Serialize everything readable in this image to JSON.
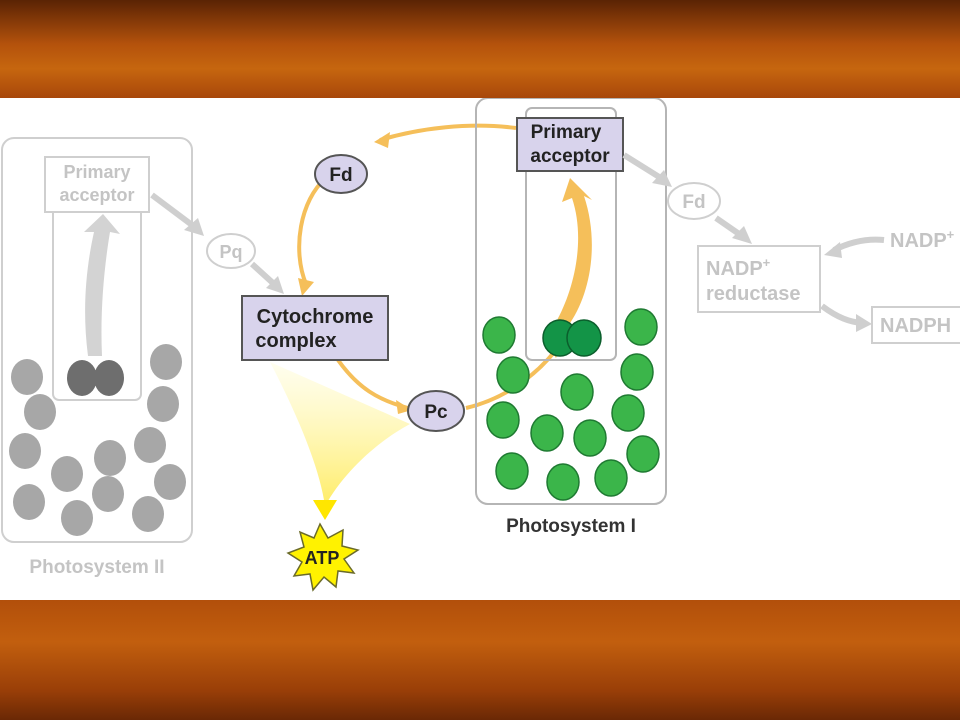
{
  "photosystem_ii": {
    "label": "Photosystem II",
    "primary_acceptor_line1": "Primary",
    "primary_acceptor_line2": "acceptor"
  },
  "photosystem_i": {
    "label": "Photosystem I",
    "primary_acceptor_line1": "Primary",
    "primary_acceptor_line2": "acceptor"
  },
  "carriers": {
    "pq": "Pq",
    "fd_cycle": "Fd",
    "pc": "Pc",
    "fd_right": "Fd"
  },
  "cytochrome": {
    "line1": "Cytochrome",
    "line2": "complex"
  },
  "atp": "ATP",
  "nadp_reductase": {
    "line1": "NADP",
    "sup": "+",
    "line2": "reductase"
  },
  "nadp_input": {
    "text": "NADP",
    "sup": "+"
  },
  "nadph": "NADPH",
  "colors": {
    "cycle_arrow": "#f5bf5a",
    "carrier_fill": "#d8d3ec",
    "chlorophyll_green": "#3bb54a",
    "reaction_center_dark": "#139447",
    "faded_gray": "#c8c8c8",
    "atp_yellow": "#fff200"
  }
}
